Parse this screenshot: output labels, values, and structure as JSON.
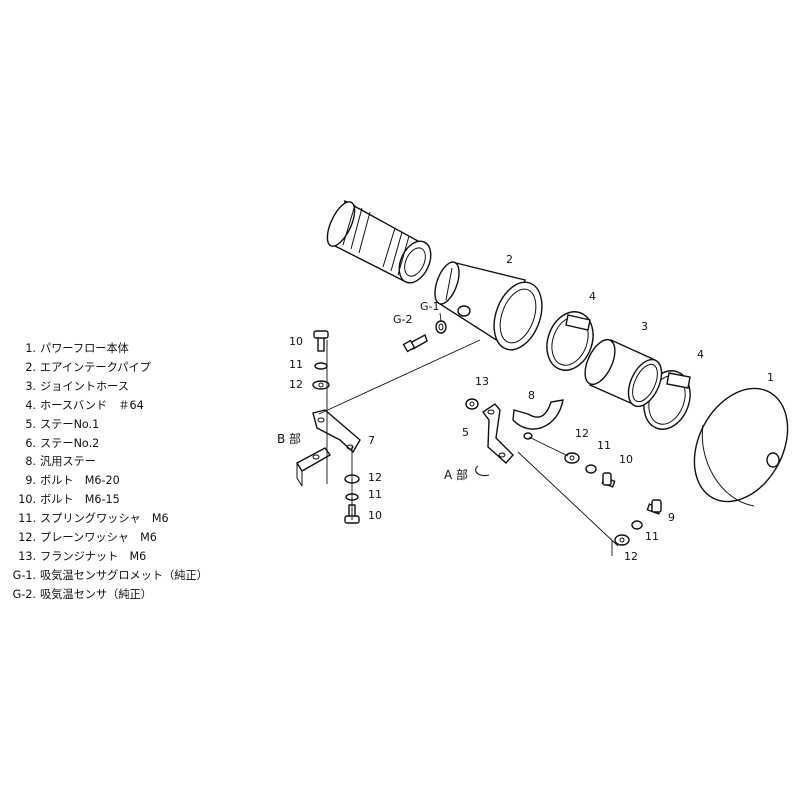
{
  "legend": [
    {
      "num": "1.",
      "text": "パワーフロー本体"
    },
    {
      "num": "2.",
      "text": "エアインテークパイプ"
    },
    {
      "num": "3.",
      "text": "ジョイントホース"
    },
    {
      "num": "4.",
      "text": "ホースバンド　＃64"
    },
    {
      "num": "5.",
      "text": "ステーNo.1"
    },
    {
      "num": "6.",
      "text": "ステーNo.2"
    },
    {
      "num": "8.",
      "text": "汎用ステー"
    },
    {
      "num": "9.",
      "text": "ボルト　M6-20"
    },
    {
      "num": "10.",
      "text": "ボルト　M6-15"
    },
    {
      "num": "11.",
      "text": "スプリングワッシャ　M6"
    },
    {
      "num": "12.",
      "text": "プレーンワッシャ　M6"
    },
    {
      "num": "13.",
      "text": "フランジナット　M6"
    },
    {
      "num": "G-1.",
      "text": "吸気温センサグロメット（純正）"
    },
    {
      "num": "G-2.",
      "text": "吸気温センサ（純正）"
    }
  ],
  "callouts": {
    "p1": "1",
    "p2": "2",
    "p3": "3",
    "p4a": "4",
    "p4b": "4",
    "g1": "G-1",
    "g2": "G-2",
    "p10a": "10",
    "p11a": "11",
    "p12a": "12",
    "p7": "7",
    "p12b": "12",
    "p11b": "11",
    "p10b": "10",
    "p13": "13",
    "p8": "8",
    "p5": "5",
    "p12c": "12",
    "p11c": "11",
    "p10c": "10",
    "p9": "9",
    "p11d": "11",
    "p12d": "12",
    "section_a": "A 部",
    "section_b": "B 部"
  }
}
